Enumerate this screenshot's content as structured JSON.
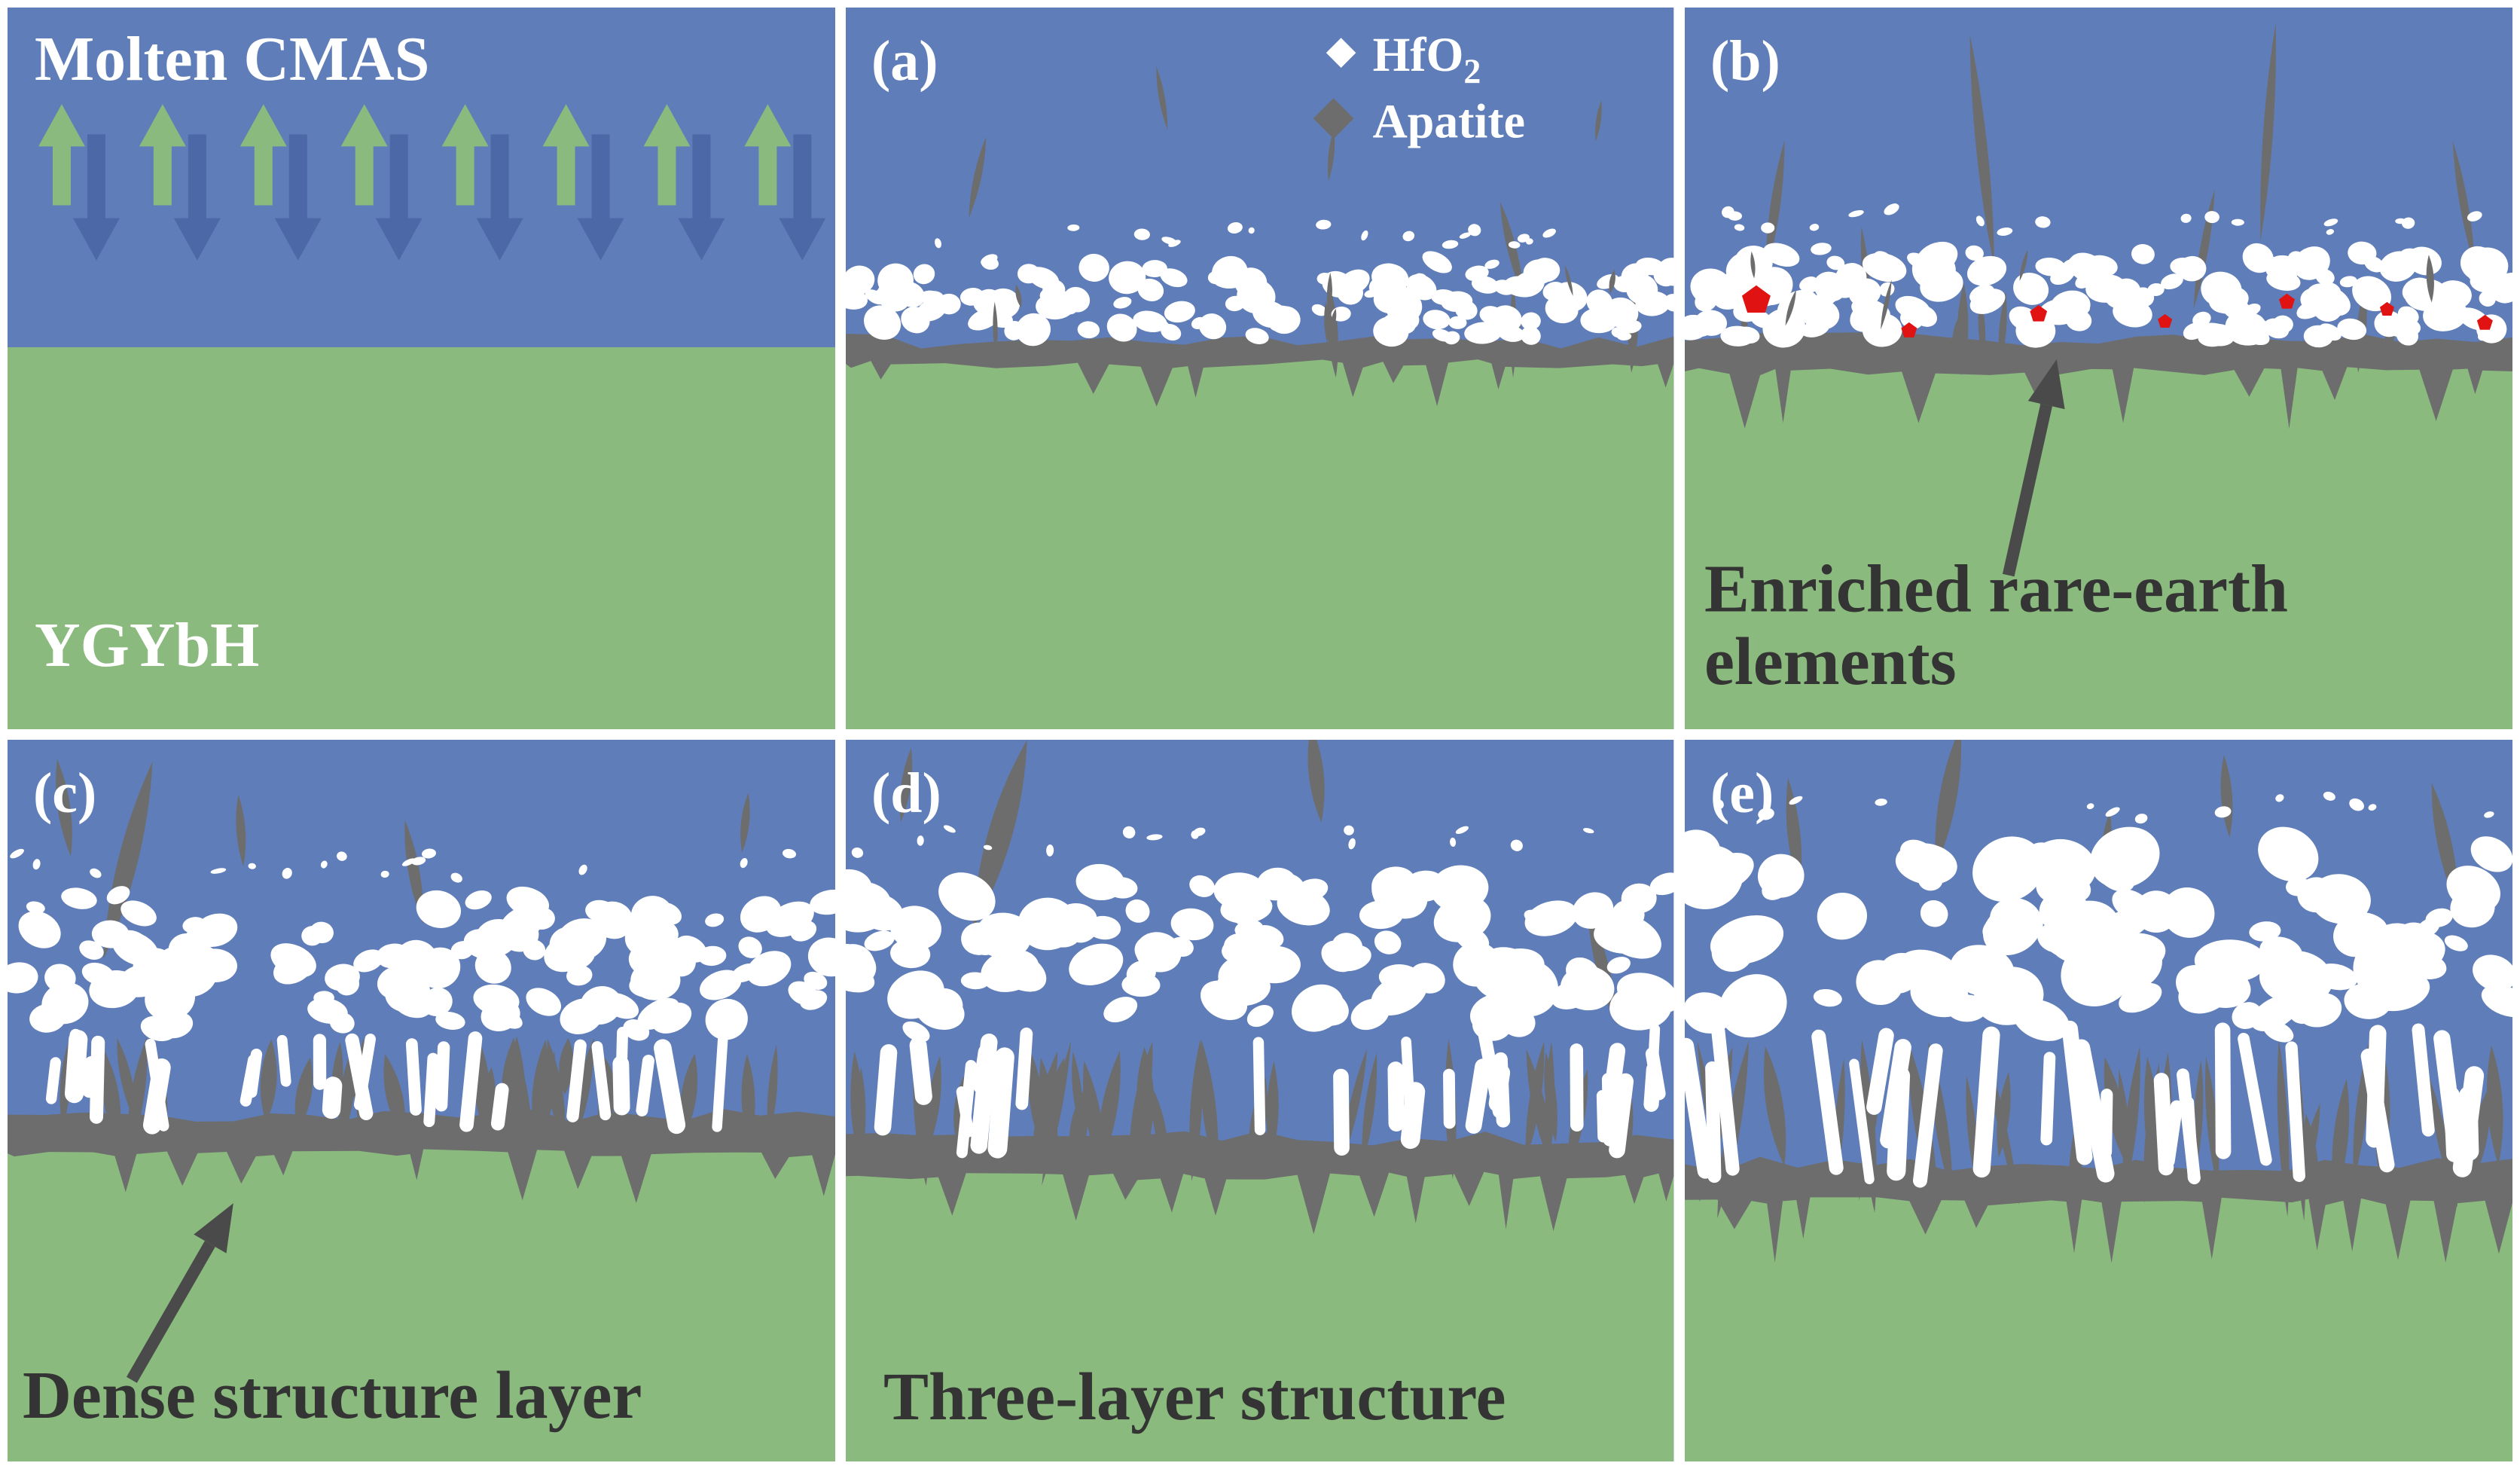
{
  "figure": {
    "overview": {
      "top_label": "Molten CMAS",
      "bottom_label": "YGYbH"
    },
    "legend": {
      "hfo2_base": "HfO",
      "hfo2_sub": "2",
      "apatite": "Apatite"
    },
    "panels": [
      {
        "id": "overview"
      },
      {
        "id": "a",
        "label": "(a)"
      },
      {
        "id": "b",
        "label": "(b)",
        "annotation_line1": "Enriched rare-earth",
        "annotation_line2": "elements"
      },
      {
        "id": "c",
        "label": "(c)",
        "annotation": "Dense structure layer"
      },
      {
        "id": "d",
        "label": "(d)",
        "annotation": "Three-layer structure"
      },
      {
        "id": "e",
        "label": "(e)"
      }
    ],
    "colors": {
      "cmas_blue": "#5f7db8",
      "coating_green": "#8aba7d",
      "apatite_gray": "#6d6d6d",
      "hfo2_white": "#ffffff",
      "rare_earth_red": "#e01212",
      "annotation_dark": "#343434",
      "arrow_dark": "#4a4a4a",
      "arrow_blue": "#4c68a6",
      "label_white": "#ffffff"
    }
  }
}
